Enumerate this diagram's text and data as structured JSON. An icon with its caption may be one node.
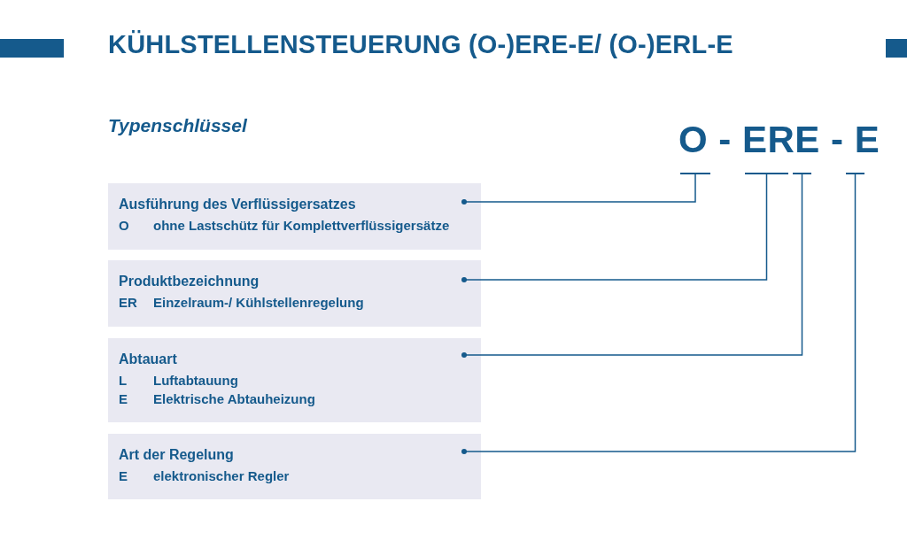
{
  "diagram": {
    "title": "KÜHLSTELLENSTEUERUNG (O-)ERE-E/ (O-)ERL-E",
    "nodes": [
      {
        "text": [
          "Ausführung des Verflüssigersatzes",
          "O",
          "ohne Lastschütz für Komplettverflüssigersätze"
        ]
      },
      {
        "text": [
          "Produktbezeichnung",
          "ER",
          "Einzelraum-/ Kühlstellenregelung"
        ]
      },
      {
        "text": [
          "Abtauart",
          "L",
          "Luftabtauung",
          "E",
          "Elektrische Abtauheizung"
        ]
      },
      {
        "text": [
          "Art der Regelung",
          "E",
          "elektronischer Regler"
        ]
      },
      {
        "text": [],
        "shape": "bar"
      },
      {
        "text": [],
        "shape": "bar"
      },
      {
        "text": [],
        "shape": "bar"
      },
      {
        "text": [],
        "shape": "bar"
      }
    ],
    "edges": [
      {
        "from": 0,
        "to": 4,
        "arrow": "other"
      },
      {
        "from": 1,
        "to": 5,
        "arrow": "other"
      },
      {
        "from": 2,
        "to": 6,
        "arrow": "other"
      },
      {
        "from": 3,
        "to": 7,
        "arrow": "other"
      }
    ],
    "labels": [
      "Typenschlüssel",
      "O - ERE - E"
    ]
  }
}
